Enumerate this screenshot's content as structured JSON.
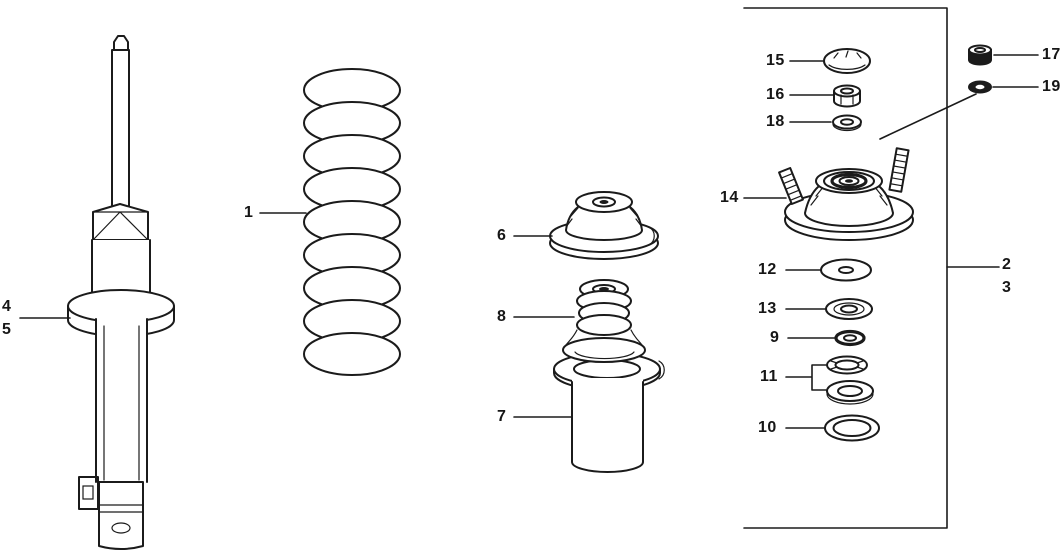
{
  "colors": {
    "ink": "#1b1b1b",
    "paper": "#ffffff"
  },
  "callouts": [
    {
      "id": "1",
      "label": "1"
    },
    {
      "id": "4",
      "label": "4"
    },
    {
      "id": "5",
      "label": "5"
    },
    {
      "id": "6",
      "label": "6"
    },
    {
      "id": "8",
      "label": "8"
    },
    {
      "id": "7",
      "label": "7"
    },
    {
      "id": "15",
      "label": "15"
    },
    {
      "id": "16",
      "label": "16"
    },
    {
      "id": "18",
      "label": "18"
    },
    {
      "id": "14",
      "label": "14"
    },
    {
      "id": "12",
      "label": "12"
    },
    {
      "id": "13",
      "label": "13"
    },
    {
      "id": "9",
      "label": "9"
    },
    {
      "id": "11",
      "label": "11"
    },
    {
      "id": "10",
      "label": "10"
    },
    {
      "id": "17",
      "label": "17"
    },
    {
      "id": "19",
      "label": "19"
    },
    {
      "id": "2",
      "label": "2"
    },
    {
      "id": "3",
      "label": "3"
    }
  ]
}
